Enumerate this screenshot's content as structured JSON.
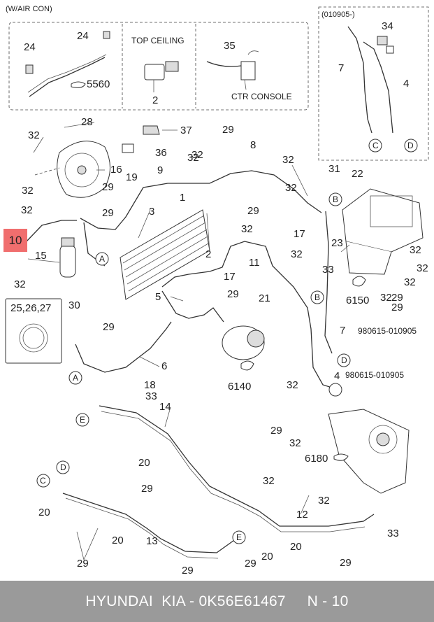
{
  "header": {
    "variant_label": "(W/AIR CON)"
  },
  "inset_top": {
    "labels": {
      "top_ceiling": "TOP CEILING",
      "ctr_console": "CTR CONSOLE"
    },
    "parts": [
      "24",
      "24",
      "5560",
      "2",
      "35"
    ]
  },
  "inset_right": {
    "date_range": "(010905-)",
    "parts": [
      "34",
      "7",
      "4"
    ],
    "refs": [
      "C",
      "D"
    ]
  },
  "gasket_box": {
    "label": "25,26,27"
  },
  "highlighted_part": "10",
  "annotations": {
    "range_7": "980615-010905",
    "range_4": "980615-010905"
  },
  "parts": [
    "32",
    "28",
    "37",
    "36",
    "29",
    "8",
    "32",
    "16",
    "19",
    "9",
    "32",
    "22",
    "31",
    "32",
    "29",
    "29",
    "3",
    "1",
    "32",
    "29",
    "17",
    "32",
    "32",
    "15",
    "32",
    "23",
    "33",
    "A",
    "2",
    "B",
    "11",
    "32",
    "17",
    "32",
    "32",
    "29",
    "29",
    "21",
    "B",
    "32",
    "5",
    "6150",
    "29",
    "30",
    "7",
    "D",
    "6",
    "4",
    "32",
    "A",
    "18",
    "33",
    "6140",
    "14",
    "E",
    "29",
    "32",
    "20",
    "29",
    "6180",
    "D",
    "32",
    "C",
    "20",
    "12",
    "20",
    "13",
    "E",
    "33",
    "29",
    "20",
    "29",
    "20",
    "32",
    "29",
    "29",
    "32",
    "32",
    "29"
  ],
  "colors": {
    "highlight": "#f06e6e",
    "footer_bg": "#9a9a9a",
    "footer_text": "#ffffff"
  },
  "footer": {
    "text": "HYUNDAI  KIA - 0K56E61467     N - 10"
  }
}
